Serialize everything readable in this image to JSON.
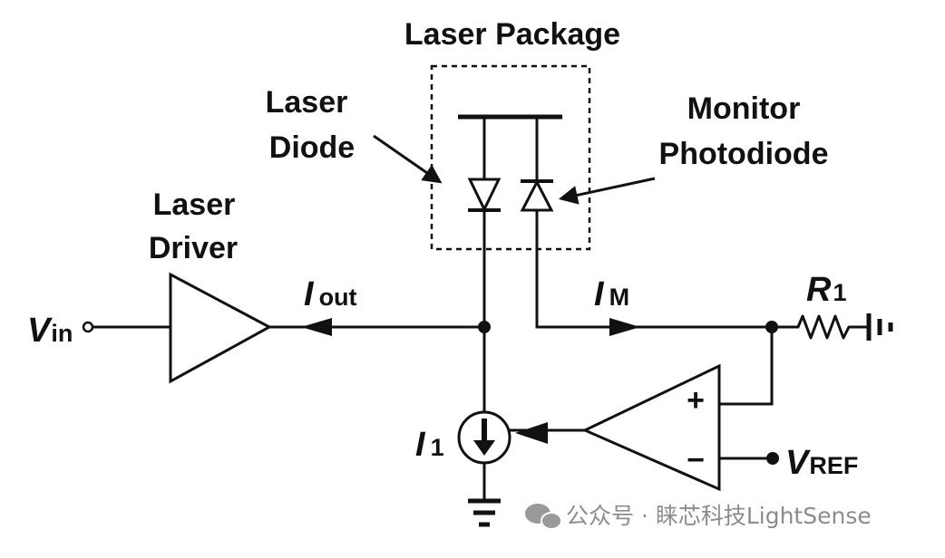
{
  "title": "Laser Package",
  "labels": {
    "laser_diode_line1": "Laser",
    "laser_diode_line2": "Diode",
    "monitor_line1": "Monitor",
    "monitor_line2": "Photodiode",
    "driver_line1": "Laser",
    "driver_line2": "Driver"
  },
  "symbols": {
    "vin": "V",
    "vin_sub": "in",
    "iout": "I",
    "iout_sub": "out",
    "im": "I",
    "im_sub": "M",
    "r1": "R",
    "r1_sub": "1",
    "i1": "I",
    "i1_sub": "1",
    "vref": "V",
    "vref_sub": "REF",
    "plus": "+",
    "minus": "−"
  },
  "watermark": "公众号 · 睐芯科技LightSense"
}
